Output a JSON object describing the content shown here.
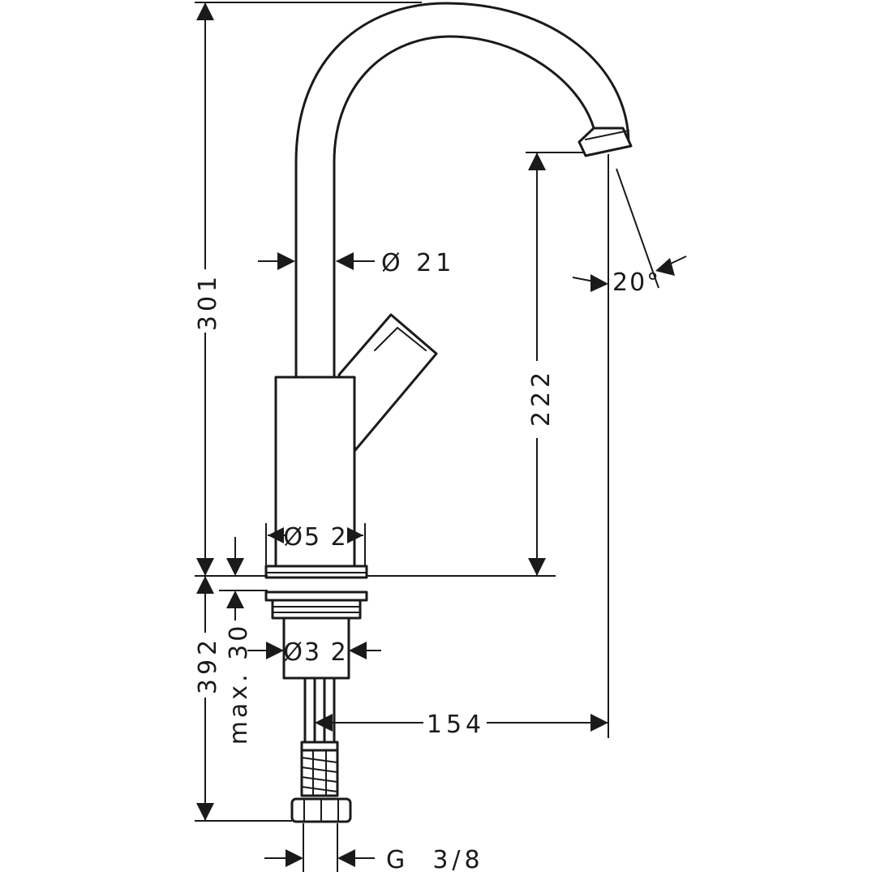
{
  "dimensions": {
    "overall_height": "301",
    "spout_height": "222",
    "spout_diameter": "Ø 21",
    "body_diameter": "Ø5 2",
    "shank_diameter": "Ø3 2",
    "mounting_thickness": "max. 30",
    "shank_length": "392",
    "spout_reach": "154",
    "spout_angle": "20°",
    "connection_thread": "G  3/8"
  }
}
